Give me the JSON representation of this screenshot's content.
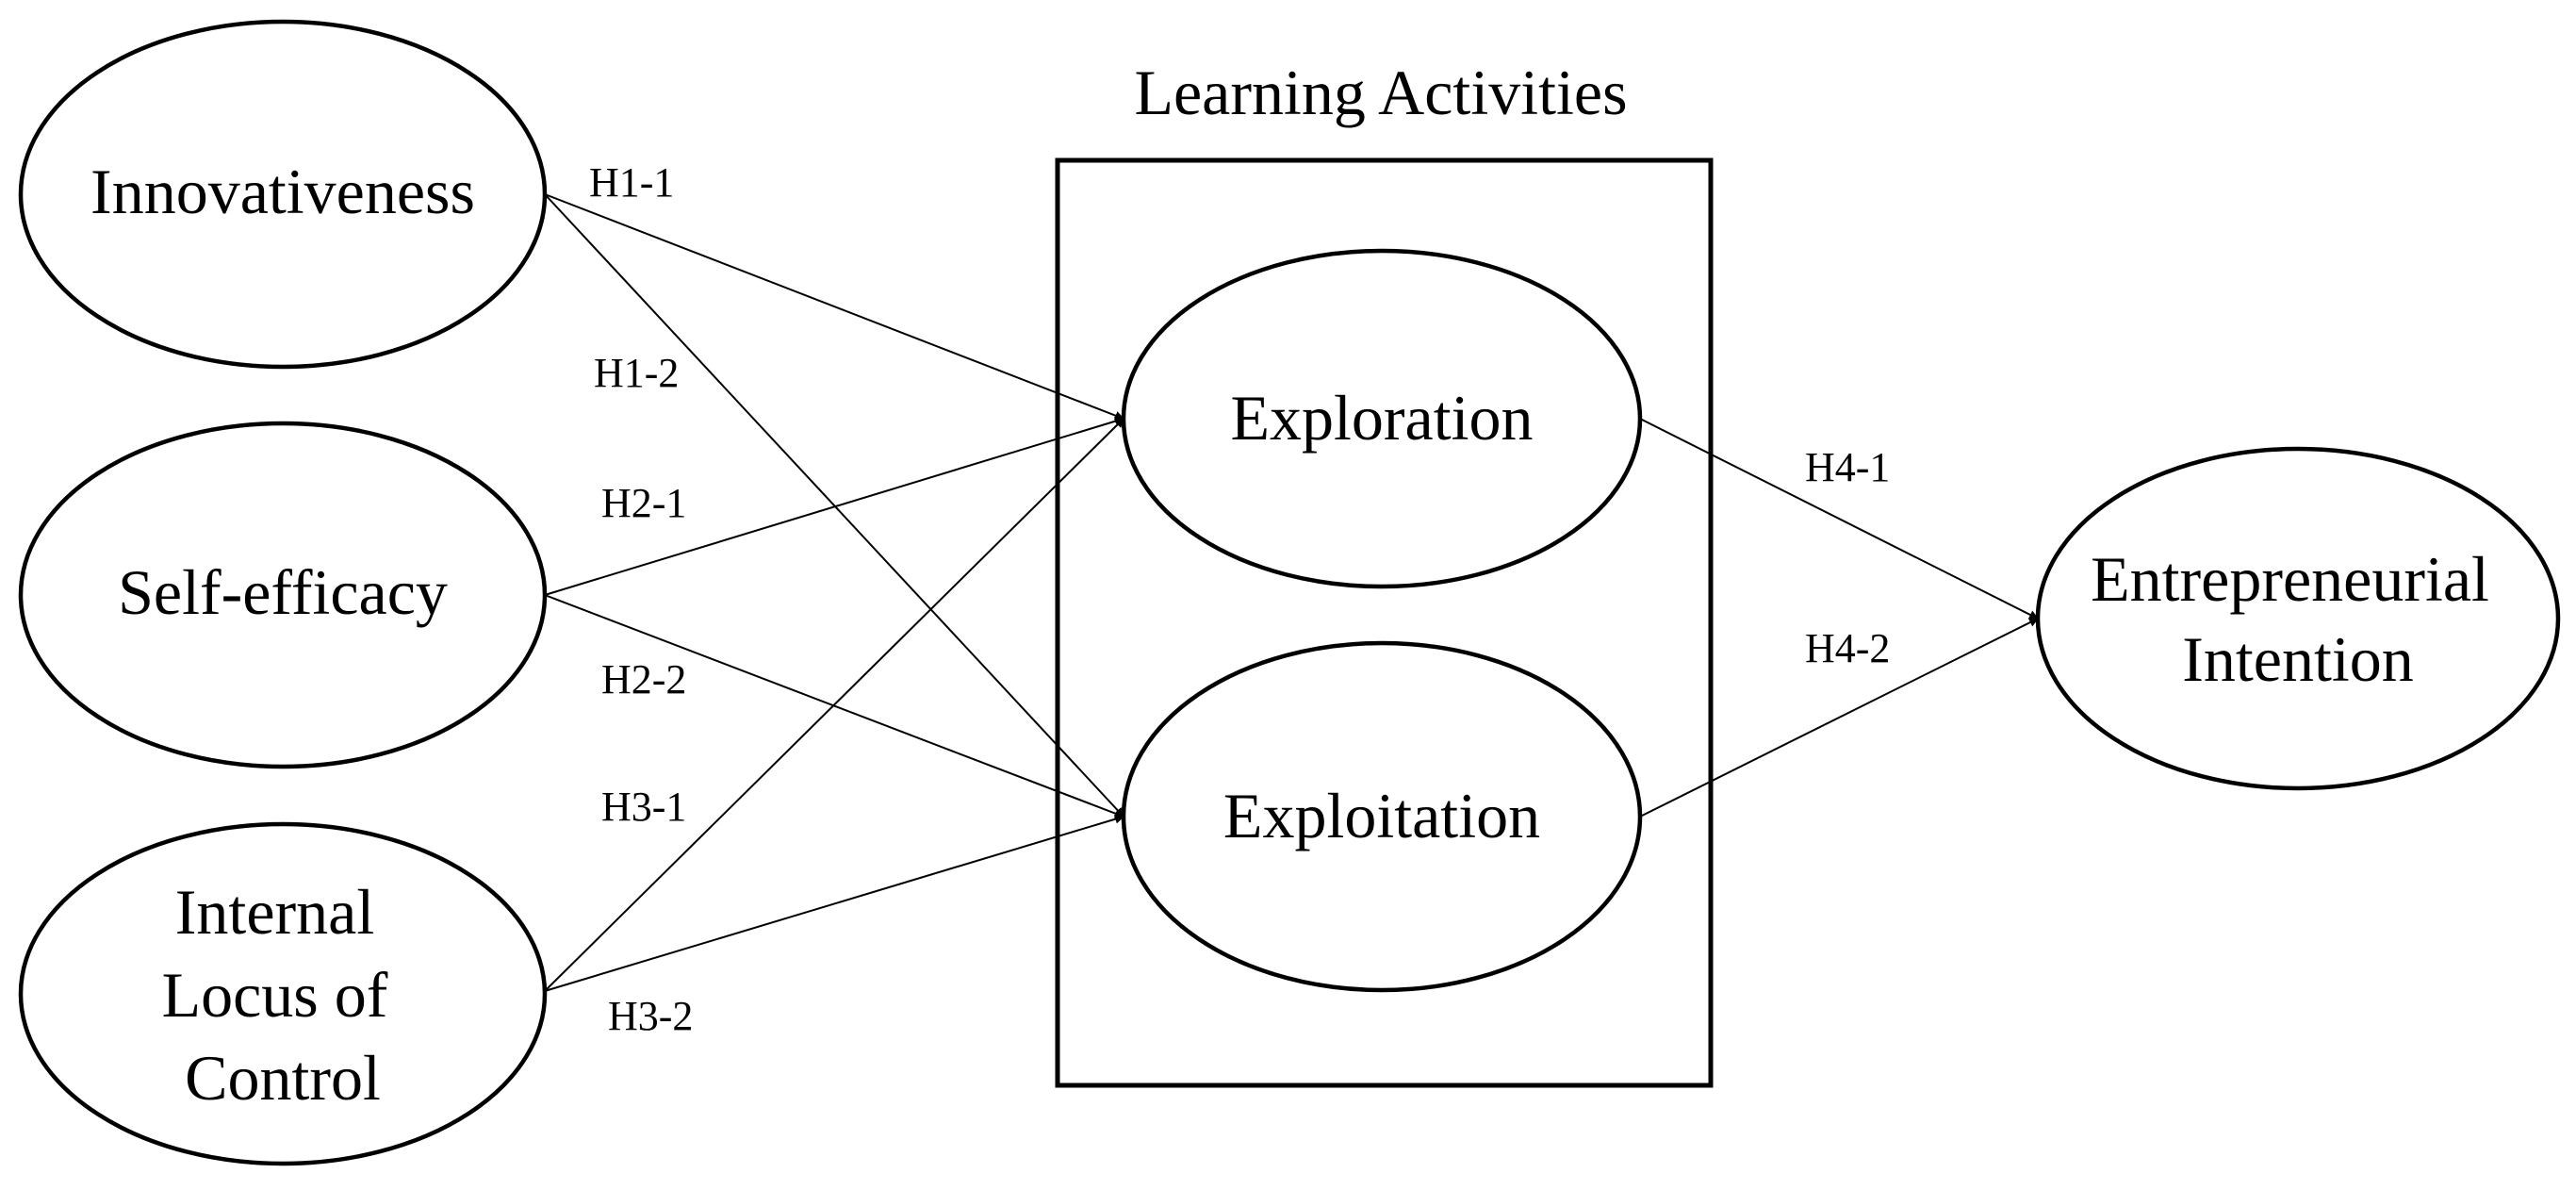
{
  "group": {
    "title": "Learning Activities"
  },
  "nodes": {
    "innovativeness": [
      "Innovativeness"
    ],
    "self_efficacy": [
      "Self-efficacy"
    ],
    "internal_locus": [
      "Internal",
      "Locus of",
      "Control"
    ],
    "exploration": [
      "Exploration"
    ],
    "exploitation": [
      "Exploitation"
    ],
    "entrepreneurial_intention": [
      "Entrepreneurial",
      "Intention"
    ]
  },
  "edges": {
    "h1_1": "H1-1",
    "h1_2": "H1-2",
    "h2_1": "H2-1",
    "h2_2": "H2-2",
    "h3_1": "H3-1",
    "h3_2": "H3-2",
    "h4_1": "H4-1",
    "h4_2": "H4-2"
  },
  "colors": {
    "stroke": "#000000",
    "background": "#ffffff"
  }
}
